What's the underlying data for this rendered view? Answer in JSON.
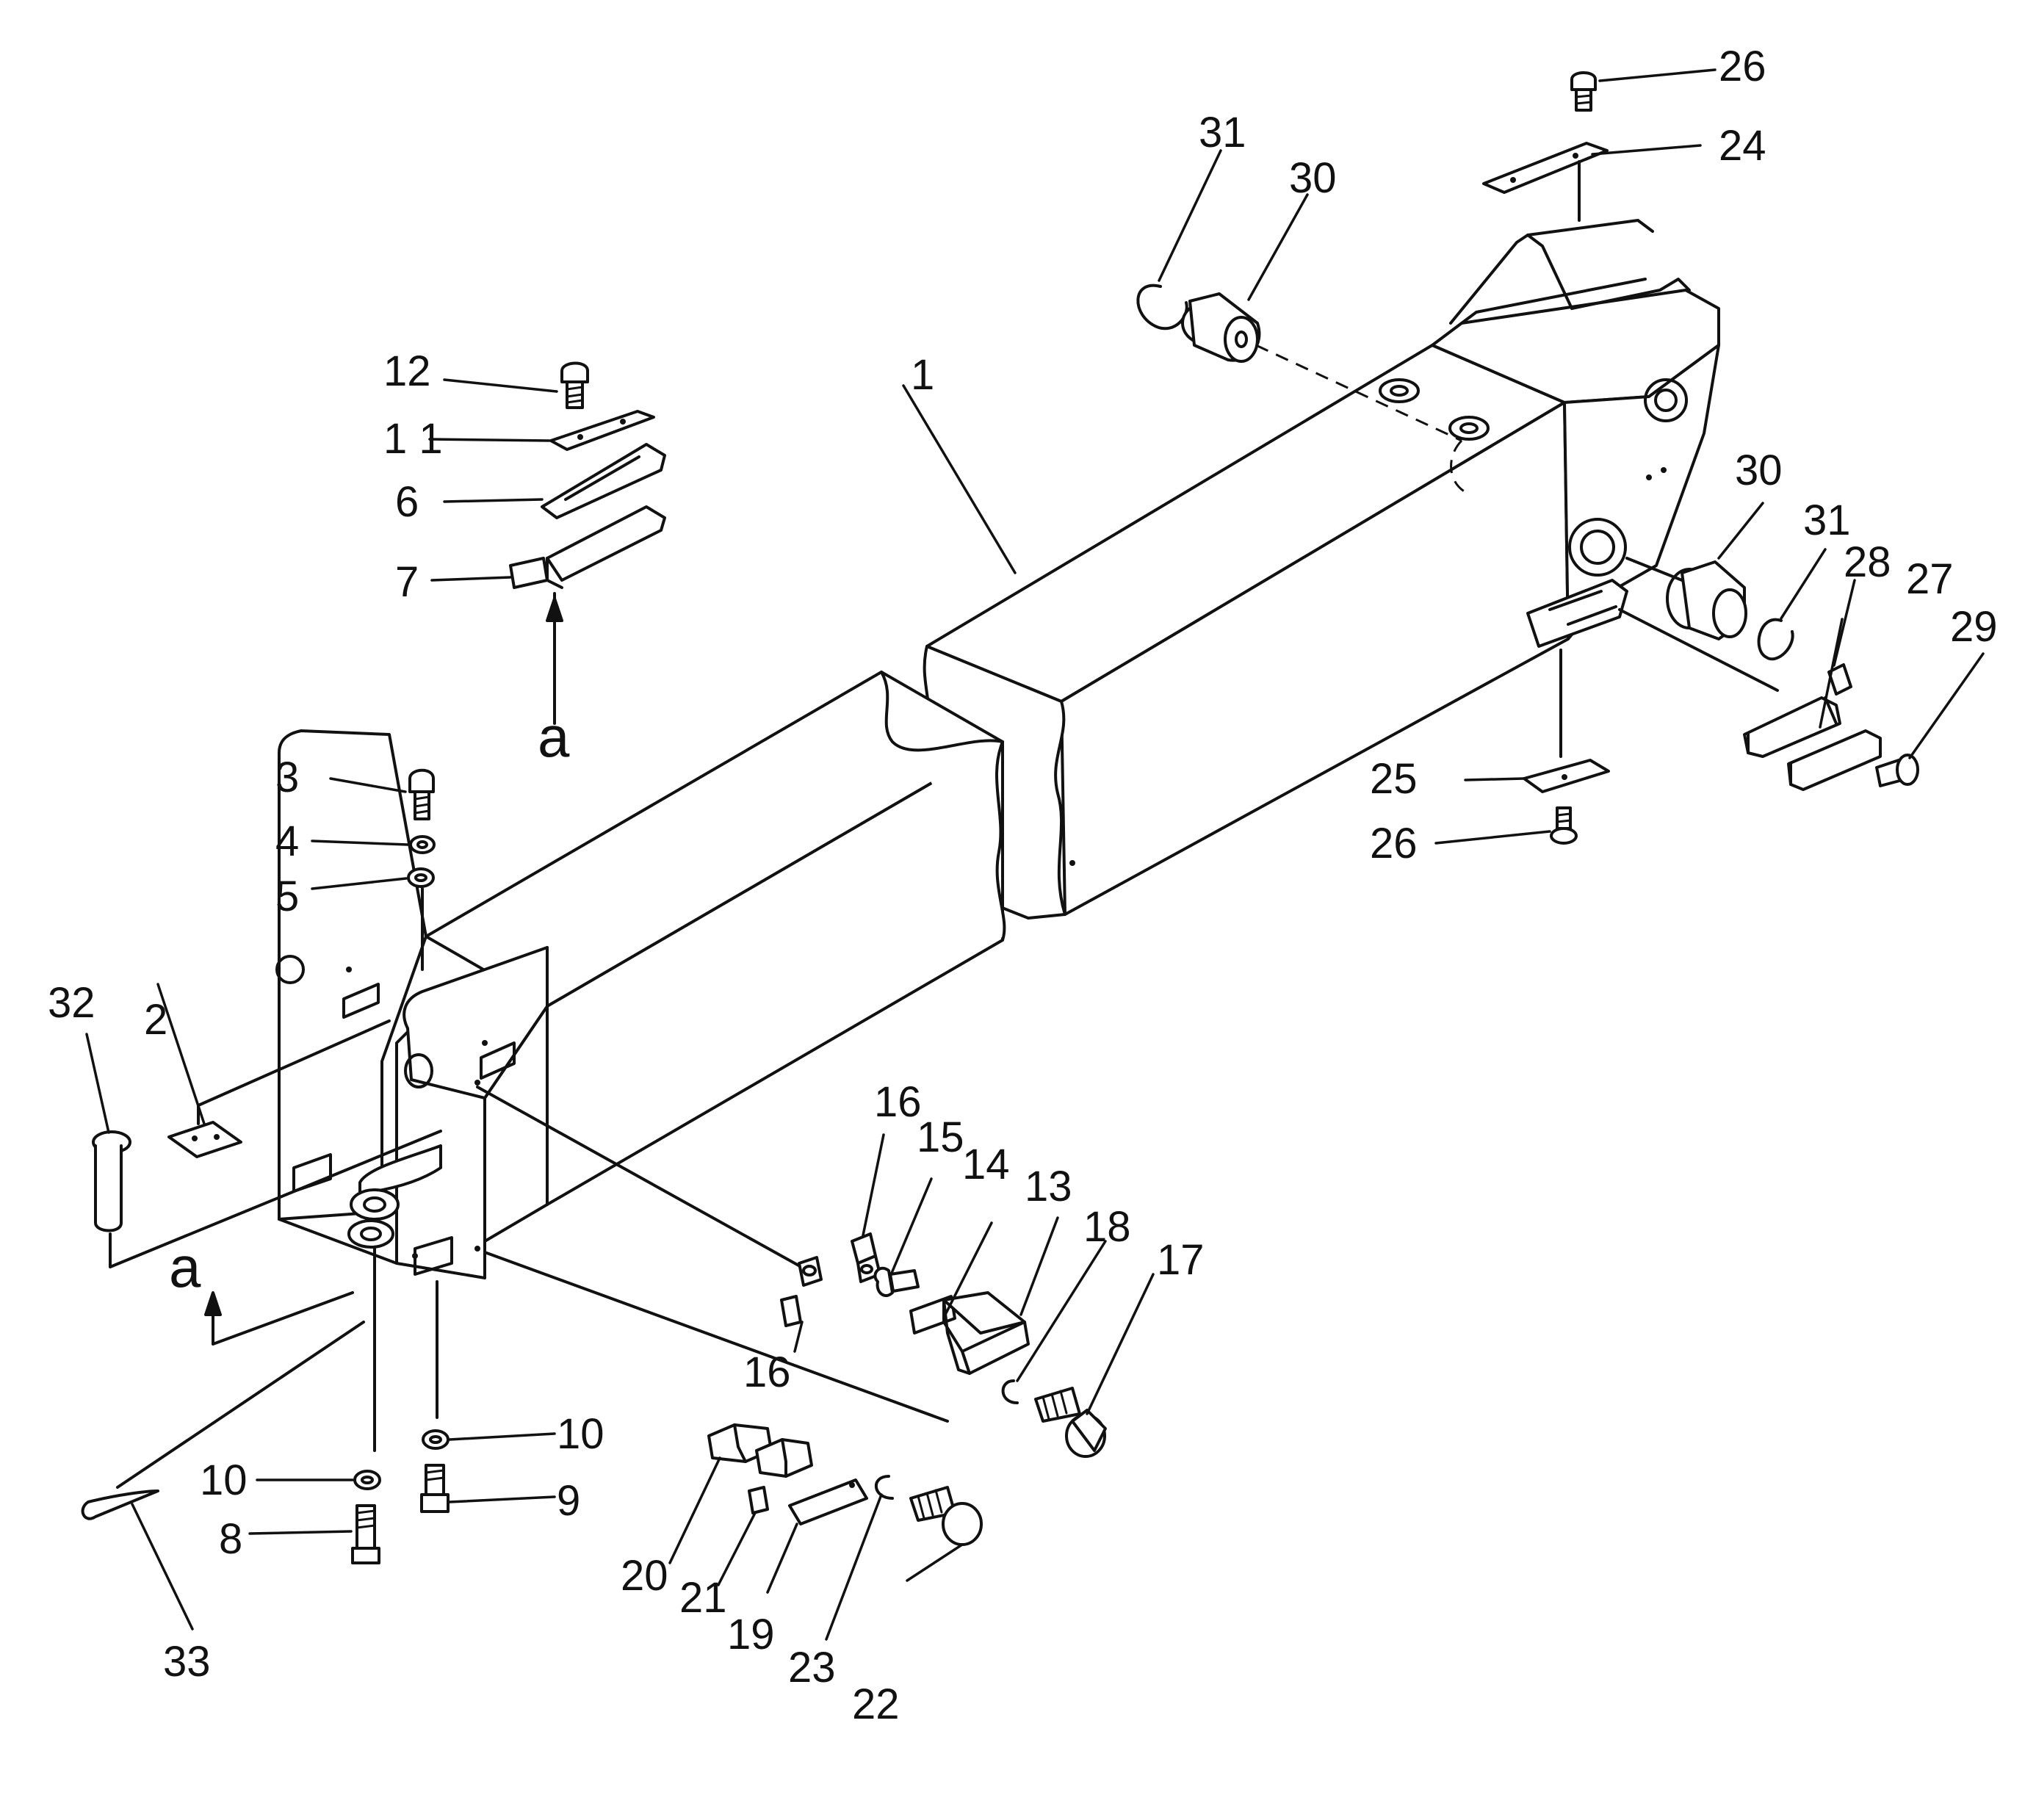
{
  "callouts": {
    "c1": "1",
    "c2": "2",
    "c3": "3",
    "c4": "4",
    "c5": "5",
    "c6": "6",
    "c7": "7",
    "c8": "8",
    "c9": "9",
    "c10a": "10",
    "c10b": "10",
    "c11": "1 1",
    "c12": "12",
    "c13": "13",
    "c14": "14",
    "c15": "15",
    "c16a": "16",
    "c16b": "16",
    "c17": "17",
    "c18": "18",
    "c19": "19",
    "c20": "20",
    "c21": "21",
    "c22": "22",
    "c23": "23",
    "c24": "24",
    "c25": "25",
    "c26a": "26",
    "c26b": "26",
    "c27": "27",
    "c28": "28",
    "c29": "29",
    "c30a": "30",
    "c30b": "30",
    "c31a": "31",
    "c31b": "31",
    "c32": "32",
    "c33": "33"
  },
  "view_markers": {
    "top": "a",
    "bottom": "a"
  }
}
